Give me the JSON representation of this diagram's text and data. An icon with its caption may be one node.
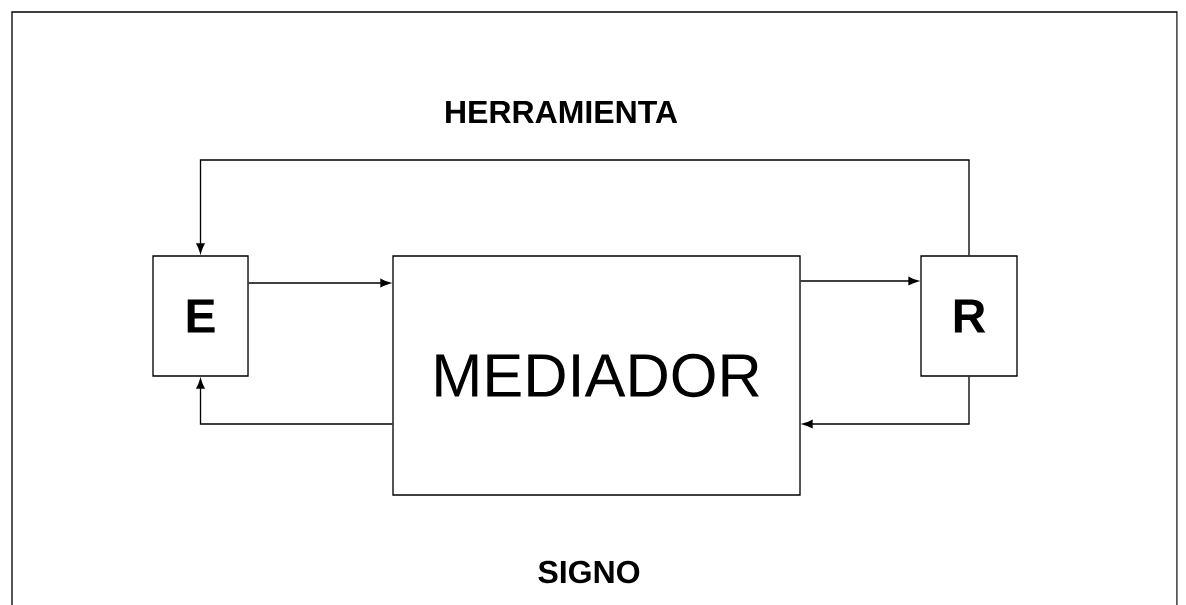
{
  "diagram": {
    "nodes": [
      {
        "text": [
          "E"
        ]
      },
      {
        "text": [
          "MEDIADOR"
        ]
      },
      {
        "text": [
          "R"
        ]
      }
    ],
    "edges": [
      {
        "from": 0,
        "to": 1,
        "arrow": "to"
      },
      {
        "from": 1,
        "to": 2,
        "arrow": "to"
      },
      {
        "from": 2,
        "to": 0,
        "arrow": "to"
      },
      {
        "from": 2,
        "to": 1,
        "arrow": "to"
      },
      {
        "from": 1,
        "to": 0,
        "arrow": "to"
      }
    ],
    "labels": [
      "HERRAMIENTA",
      "SIGNO"
    ]
  }
}
